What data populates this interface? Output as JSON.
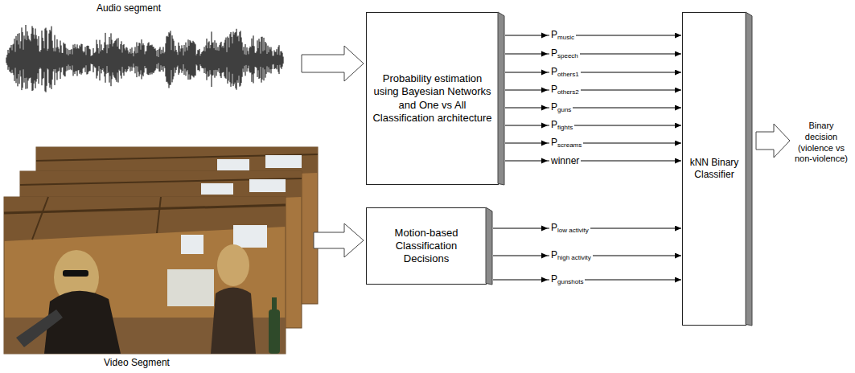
{
  "diagram": {
    "nodes": [
      {
        "text": [
          "Probability estimation using Bayesian Networks and One vs All Classification architecture"
        ]
      },
      {
        "text": [
          "Motion-based Classification Decisions"
        ]
      },
      {
        "text": [
          "kNN Binary Classifier"
        ]
      }
    ],
    "edges": [
      {
        "from": 0,
        "to": 2,
        "arrow": "to",
        "label": "Pmusic"
      },
      {
        "from": 0,
        "to": 2,
        "arrow": "to",
        "label": "Pspeech"
      },
      {
        "from": 0,
        "to": 2,
        "arrow": "to",
        "label": "Pothers1"
      },
      {
        "from": 0,
        "to": 2,
        "arrow": "to",
        "label": "Pothers2"
      },
      {
        "from": 0,
        "to": 2,
        "arrow": "to",
        "label": "Pguns"
      },
      {
        "from": 0,
        "to": 2,
        "arrow": "to",
        "label": "Pfights"
      },
      {
        "from": 0,
        "to": 2,
        "arrow": "to",
        "label": "Pscreams"
      },
      {
        "from": 0,
        "to": 2,
        "arrow": "to",
        "label": "winner"
      },
      {
        "from": 1,
        "to": 2,
        "arrow": "to",
        "label": "Plow activity"
      },
      {
        "from": 1,
        "to": 2,
        "arrow": "to",
        "label": "Phigh activity"
      },
      {
        "from": 1,
        "to": 2,
        "arrow": "to",
        "label": "Pgunshots"
      }
    ],
    "labels": [
      "Audio segment",
      "Video Segment",
      "Binary decision (violence vs non-violence)"
    ]
  }
}
